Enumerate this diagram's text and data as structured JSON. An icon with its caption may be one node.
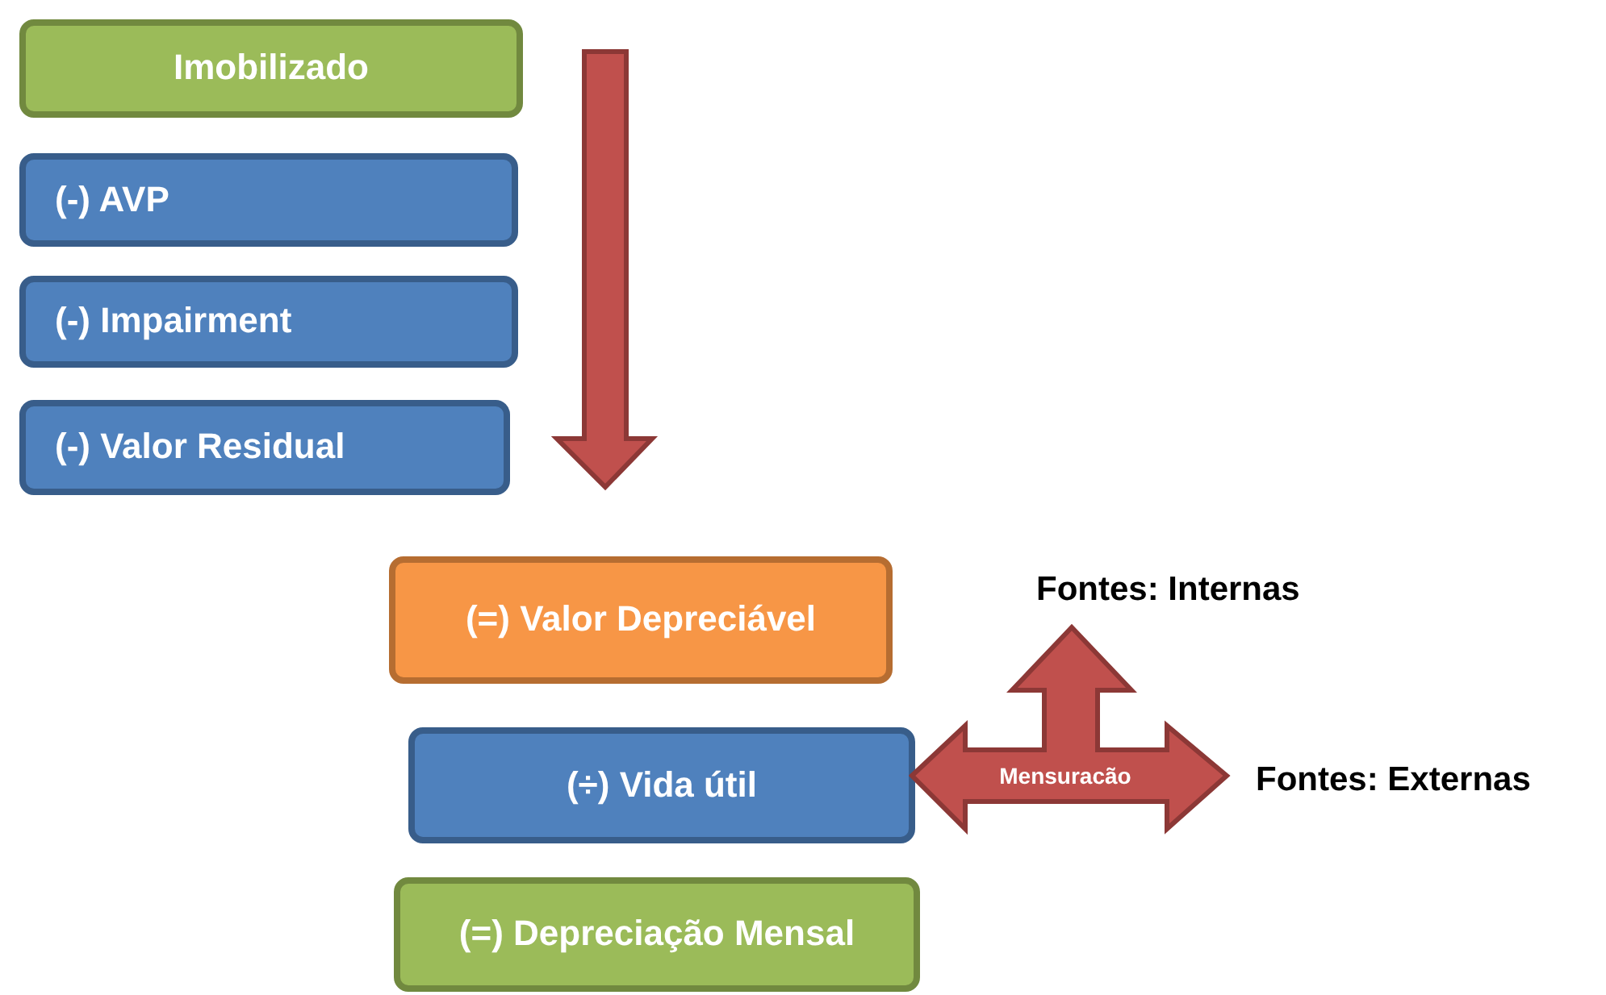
{
  "diagram": {
    "nodes": [
      {
        "text": [
          "Imobilizado"
        ]
      },
      {
        "text": [
          "(-) AVP"
        ]
      },
      {
        "text": [
          "(-) Impairment"
        ]
      },
      {
        "text": [
          "(-) Valor Residual"
        ]
      },
      {
        "text": [
          "(=) Valor Depreciável"
        ]
      },
      {
        "text": [
          "(÷) Vida útil"
        ]
      },
      {
        "text": [
          "(=) Depreciação Mensal"
        ]
      },
      {
        "text": [
          "Mensuracão"
        ]
      }
    ],
    "labels": [
      "Fontes: Internas",
      "Fontes: Externas"
    ]
  }
}
